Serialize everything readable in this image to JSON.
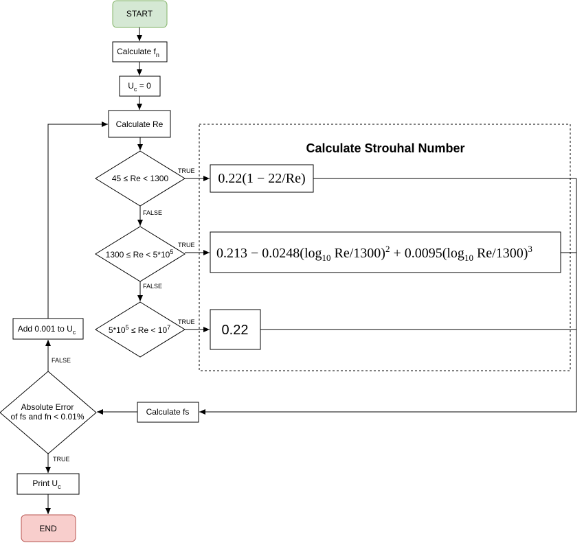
{
  "colors": {
    "start_fill": "#d5e8d4",
    "start_stroke": "#82b366",
    "end_fill": "#f8cecc",
    "end_stroke": "#b85450"
  },
  "nodes": {
    "start": "START",
    "calc_fn": {
      "main": "Calculate f",
      "sub": "n"
    },
    "uc_init": {
      "pre": "U",
      "sub": "c",
      "post": " = 0"
    },
    "calc_re": "Calculate Re",
    "dec1": "45 ≤ Re < 1300",
    "dec2": {
      "main": "1300 ≤ Re < 5*10",
      "sup": "5"
    },
    "dec3": {
      "a": "5*10",
      "sup1": "5",
      "b": " ≤ Re < 10",
      "sup2": "7"
    },
    "add": {
      "pre": "Add 0.001 to U",
      "sub": "c"
    },
    "abs_err": {
      "line1": "Absolute Error",
      "line2": "of fs and fn < 0.01%"
    },
    "calc_fs": "Calculate fs",
    "print": {
      "pre": "Print U",
      "sub": "c"
    },
    "end": "END"
  },
  "group_title": "Calculate Strouhal Number",
  "formulas": {
    "f1": "0.22(1 − 22/Re)",
    "f2": {
      "p1": "0.213 − 0.0248(log",
      "s1": "10",
      "p2": " Re/1300)",
      "e1": "2",
      "p3": " + 0.0095(log",
      "s2": "10",
      "p4": " Re/1300)",
      "e2": "3"
    },
    "f3": "0.22"
  },
  "edge_labels": {
    "true": "TRUE",
    "false": "FALSE"
  }
}
